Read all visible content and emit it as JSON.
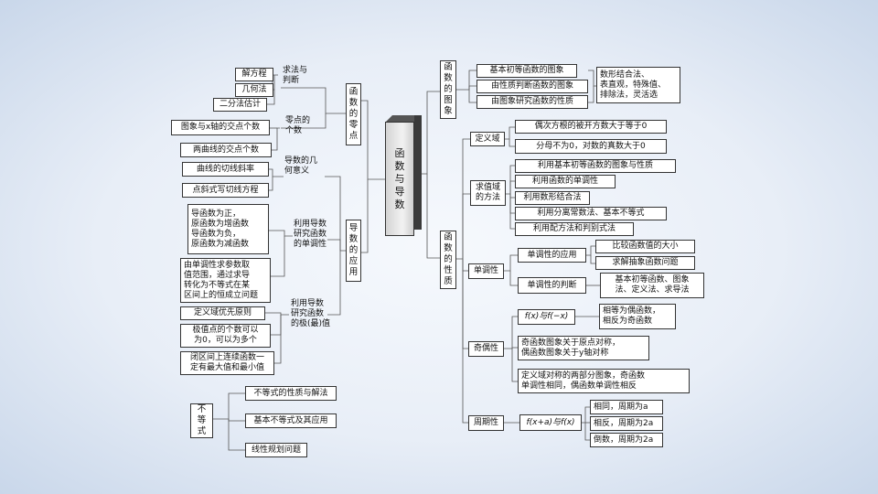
{
  "center": "函数与导数",
  "left": {
    "zero": {
      "label": "函数的零点",
      "groups": [
        {
          "label": "求法与\n判断",
          "items": [
            "解方程",
            "几何法",
            "二分法估计"
          ]
        },
        {
          "label": "零点的\n个数",
          "items": [
            "图象与x轴的交点个数",
            "两曲线的交点个数"
          ]
        }
      ]
    },
    "derivative": {
      "label": "导数的应用",
      "groups": [
        {
          "label": "导数的几\n何意义",
          "items": [
            "曲线的切线斜率",
            "点斜式写切线方程"
          ]
        },
        {
          "label": "利用导数\n研究函数\n的单调性",
          "items": [
            "导函数为正，\n原函数为增函数\n导函数为负，\n原函数为减函数",
            "由单调性求参数取\n值范围，通过求导\n转化为不等式在某\n区间上的恒成立问题"
          ]
        },
        {
          "label": "利用导数\n研究函数\n的极(最)值",
          "items": [
            "定义域优先原则",
            "极值点的个数可以\n为0，可以为多个",
            "闭区间上连续函数一\n定有最大值和最小值"
          ]
        }
      ]
    },
    "inequality": {
      "label": "不等式",
      "items": [
        "不等式的性质与解法",
        "基本不等式及其应用",
        "线性规划问题"
      ]
    }
  },
  "right": {
    "graph": {
      "label": "函数的图象",
      "items": [
        "基本初等函数的图象",
        "由性质判断函数的图象",
        "由图象研究函数的性质"
      ],
      "note": "数形结合法、\n表直观，特殊值、\n排除法，灵活选"
    },
    "property": {
      "label": "函数的性质",
      "domain": {
        "label": "定义域",
        "items": [
          "偶次方根的被开方数大于等于0",
          "分母不为0，对数的真数大于0"
        ]
      },
      "range": {
        "label": "求值域\n的方法",
        "items": [
          "利用基本初等函数的图象与性质",
          "利用函数的单调性",
          "利用数形结合法",
          "利用分离常数法、基本不等式",
          "利用配方法和判别式法"
        ]
      },
      "monotonic": {
        "label": "单调性",
        "apps": [
          {
            "label": "单调性的应用",
            "items": [
              "比较函数值的大小",
              "求解抽象函数问题"
            ]
          },
          {
            "label": "单调性的判断",
            "items": [
              "基本初等函数、图象\n法、定义法、求导法"
            ]
          }
        ]
      },
      "parity": {
        "label": "奇偶性",
        "relation": "f(x)与f(−x)",
        "relation_result": "相等为偶函数，\n相反为奇函数",
        "items": [
          "奇函数图象关于原点对称，\n偶函数图象关于y轴对称",
          "定义域对称的两部分图象，奇函数\n单调性相同，偶函数单调性相反"
        ]
      },
      "period": {
        "label": "周期性",
        "relation": "f(x+a)与f(x)",
        "items": [
          "相同，周期为a",
          "相反，周期为2a",
          "倒数，周期为2a"
        ]
      }
    }
  }
}
